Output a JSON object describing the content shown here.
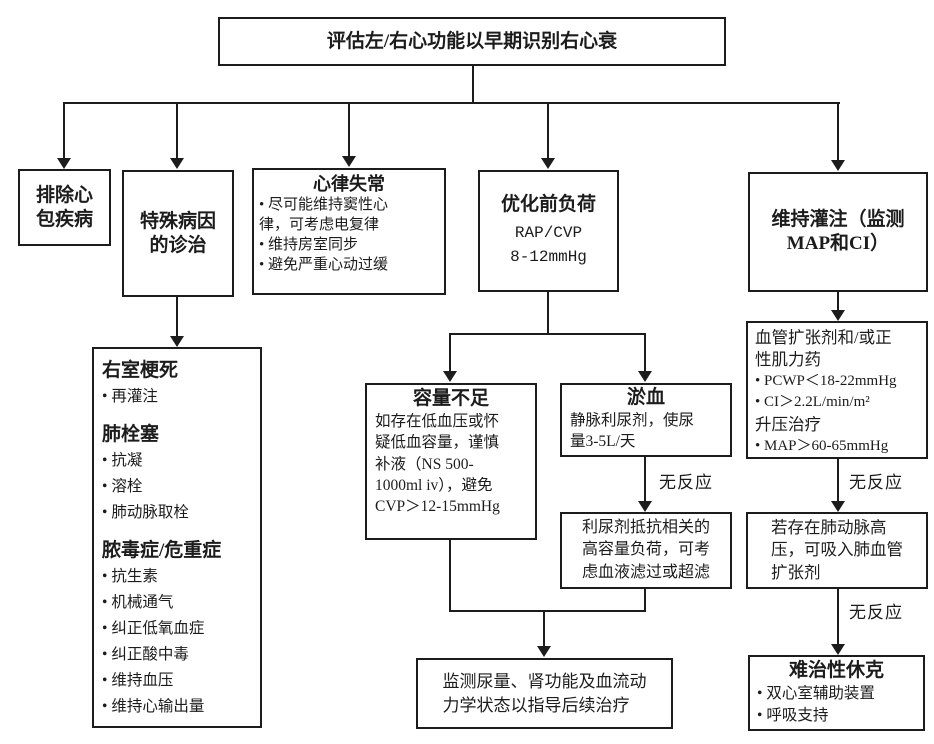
{
  "colors": {
    "line": "#1c1c1c",
    "background": "#ffffff",
    "text": "#1c1c1c"
  },
  "root": {
    "title": "评估左/右心功能以早期识别右心衰"
  },
  "edge_label_no_response": "无反应",
  "nodes": {
    "exclude_pericardial": {
      "text": "排除心\n包疾病"
    },
    "special_etiology": {
      "text": "特殊病因\n的诊治"
    },
    "arrhythmia": {
      "title": "心律失常",
      "bullets": [
        "尽可能维持窦性心\n律，可考虑电复律",
        "维持房室同步",
        "避免严重心动过缓"
      ]
    },
    "optimize_preload": {
      "title": "优化前负荷",
      "line2": "RAP/CVP",
      "line3": "8-12mmHg"
    },
    "maintain_perfusion": {
      "text": "维持灌注（监测\nMAP和CI）"
    },
    "etiology_detail": {
      "section1": {
        "heading": "右室梗死",
        "bullets": [
          "再灌注"
        ]
      },
      "section2": {
        "heading": "肺栓塞",
        "bullets": [
          "抗凝",
          "溶栓",
          "肺动脉取栓"
        ]
      },
      "section3": {
        "heading": "脓毒症/危重症",
        "bullets": [
          "抗生素",
          "机械通气",
          "纠正低氧血症",
          "纠正酸中毒",
          "维持血压",
          "维持心输出量"
        ]
      }
    },
    "volume_deficit": {
      "title": "容量不足",
      "body": "如存在低血压或怀\n疑低血容量，谨慎\n补液（NS 500-\n1000ml iv），避免\nCVP＞12-15mmHg"
    },
    "congestion": {
      "title": "淤血",
      "body": "静脉利尿剂，使尿\n量3-5L/天"
    },
    "diuretic_resistance": {
      "text": "利尿剂抵抗相关的\n高容量负荷，可考\n虑血液滤过或超滤"
    },
    "monitor_followup": {
      "text": "监测尿量、肾功能及血流动\n力学状态以指导后续治疗"
    },
    "vasodilator_inotrope": {
      "heading": "血管扩张剂和/或正\n性肌力药",
      "bullets1": [
        "PCWP＜18-22mmHg",
        "CI＞2.2L/min/m²"
      ],
      "subheading": "升压治疗",
      "bullets2": [
        "MAP＞60-65mmHg"
      ]
    },
    "pulmonary_hypertension": {
      "text": "若存在肺动脉高\n压，可吸入肺血管\n扩张剂"
    },
    "refractory_shock": {
      "title": "难治性休克",
      "bullets": [
        "双心室辅助装置",
        "呼吸支持"
      ]
    }
  }
}
